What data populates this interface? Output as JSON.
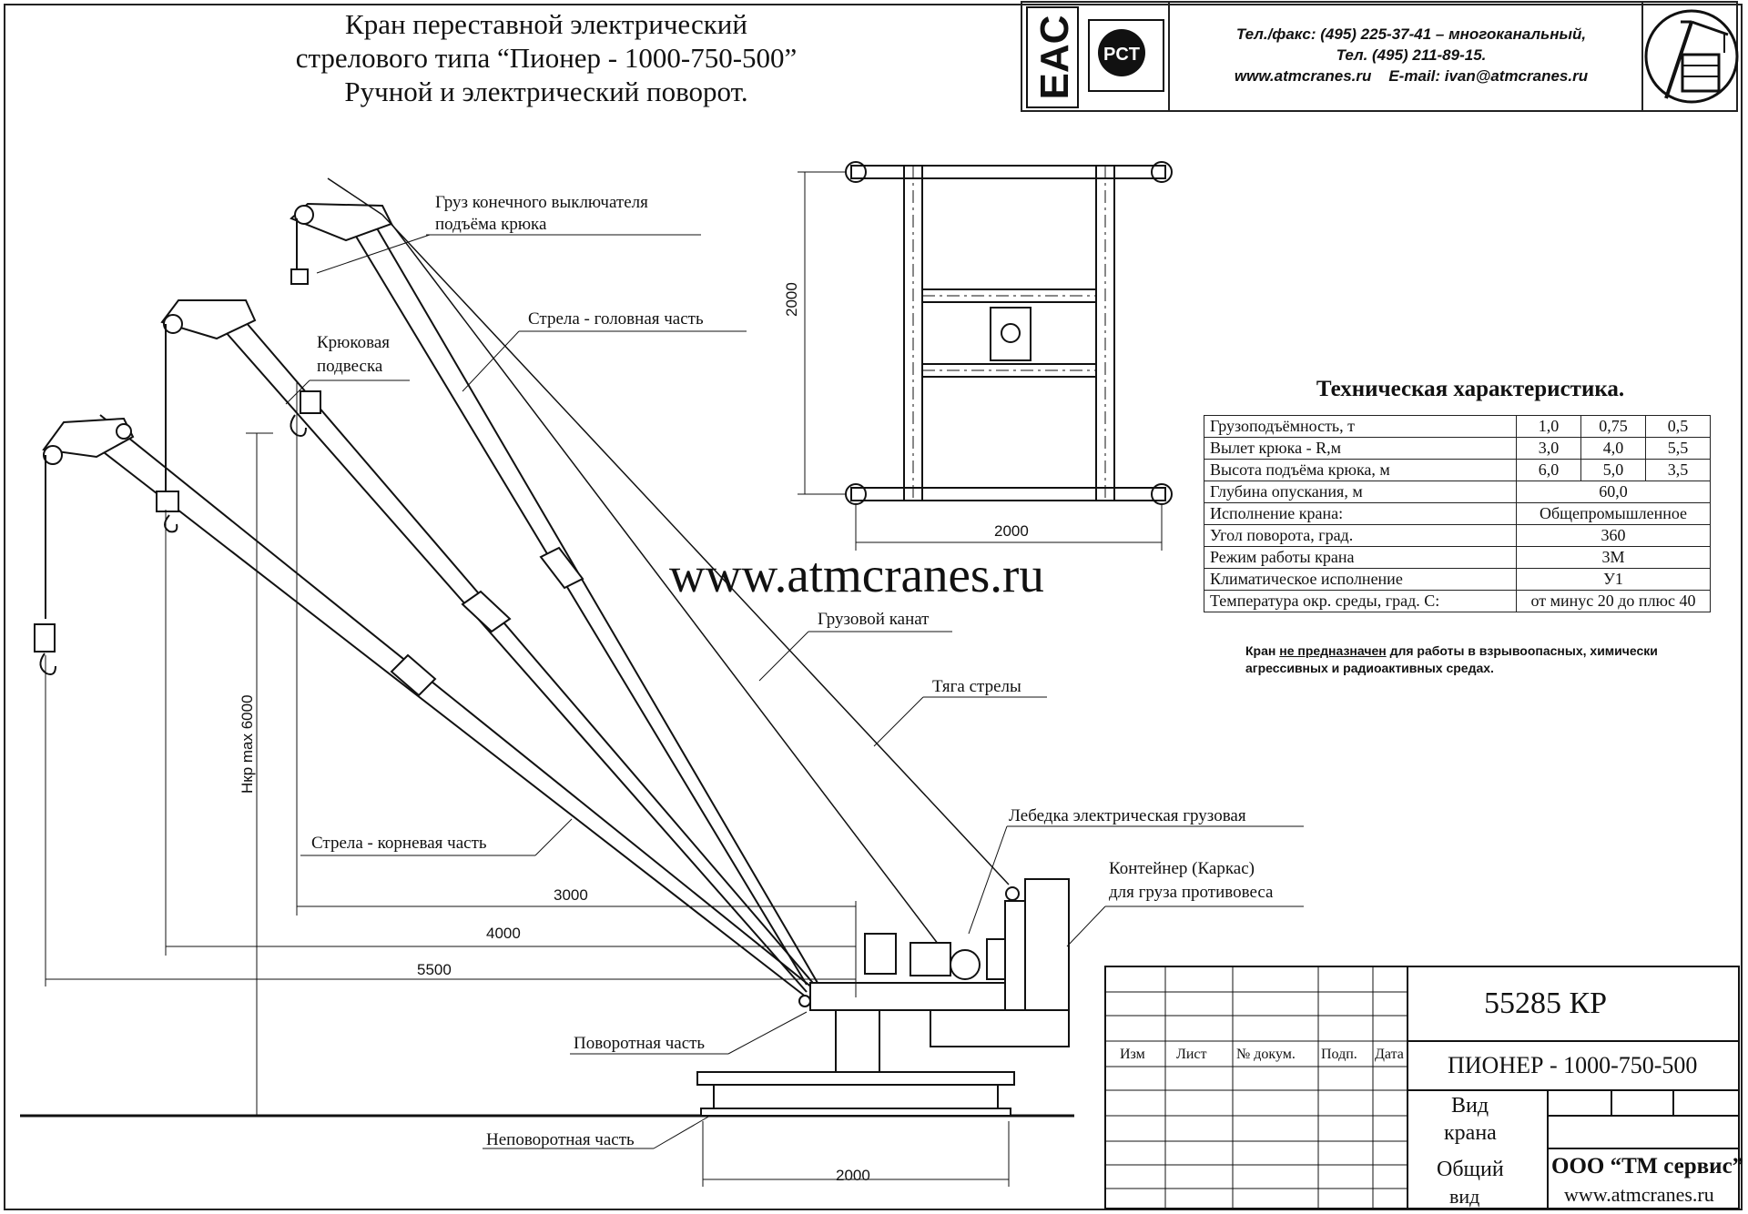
{
  "title": {
    "line1": "Кран переставной электрический",
    "line2": "стрелового типа “Пионер - 1000-750-500”",
    "line3": "Ручной и электрический поворот."
  },
  "header": {
    "logo1": "EAC",
    "logo2": "PCT",
    "phone_line1": "Тел./факс: (495) 225-37-41 – многоканальный,",
    "phone_line2": "Тел. (495) 211-89-15.",
    "web": "www.atmcranes.ru",
    "email": "E-mail: ivan@atmcranes.ru"
  },
  "labels": {
    "limit_weight_1": "Груз конечного выключателя",
    "limit_weight_2": "подъёма крюка",
    "boom_head": "Стрела - головная часть",
    "hook_1": "Крюковая",
    "hook_2": "подвеска",
    "rope": "Грузовой канат",
    "boom_tie": "Тяга стрелы",
    "boom_root": "Стрела - корневая часть",
    "winch": "Лебедка электрическая грузовая",
    "container_1": "Контейнер (Каркас)",
    "container_2": "для груза противовеса",
    "rotating": "Поворотная часть",
    "fixed": "Неповоротная часть"
  },
  "dimensions": {
    "frame_height": "2000",
    "frame_width": "2000",
    "hmax": "Hкр max 6000",
    "reach_3000": "3000",
    "reach_4000": "4000",
    "reach_5500": "5500",
    "base_width": "2000"
  },
  "watermark": "www.atmcranes.ru",
  "spec": {
    "title": "Техническая характеристика.",
    "rows": [
      {
        "label": "Грузоподъёмность, т",
        "v1": "1,0",
        "v2": "0,75",
        "v3": "0,5"
      },
      {
        "label": "Вылет крюка - R,м",
        "v1": "3,0",
        "v2": "4,0",
        "v3": "5,5"
      },
      {
        "label": "Высота подъёма крюка, м",
        "v1": "6,0",
        "v2": "5,0",
        "v3": "3,5"
      }
    ],
    "single_rows": [
      {
        "label": "Глубина опускания, м",
        "value": "60,0"
      },
      {
        "label": "Исполнение крана:",
        "value": "Общепромышленное"
      },
      {
        "label": "Угол поворота, град.",
        "value": "360"
      },
      {
        "label": "Режим работы крана",
        "value": "3М"
      },
      {
        "label": "Климатическое исполнение",
        "value": "У1"
      },
      {
        "label": "Температура окр. среды, град. С:",
        "value": "от минус 20 до плюс 40"
      }
    ]
  },
  "note": {
    "before": "Кран ",
    "underlined": "не предназначен",
    "after": " для работы в взрывоопасных, химически агрессивных и радиоактивных средах."
  },
  "stamp": {
    "code": "55285 КР",
    "name": "ПИОНЕР - 1000-750-500",
    "col_izm": "Изм",
    "col_list": "Лист",
    "col_doc": "№ докум.",
    "col_sign": "Подп.",
    "col_date": "Дата",
    "view_1a": "Вид",
    "view_1b": "крана",
    "view_2a": "Общий",
    "view_2b": "вид",
    "company": "ООО “ТМ сервис”",
    "site": "www.atmcranes.ru"
  }
}
